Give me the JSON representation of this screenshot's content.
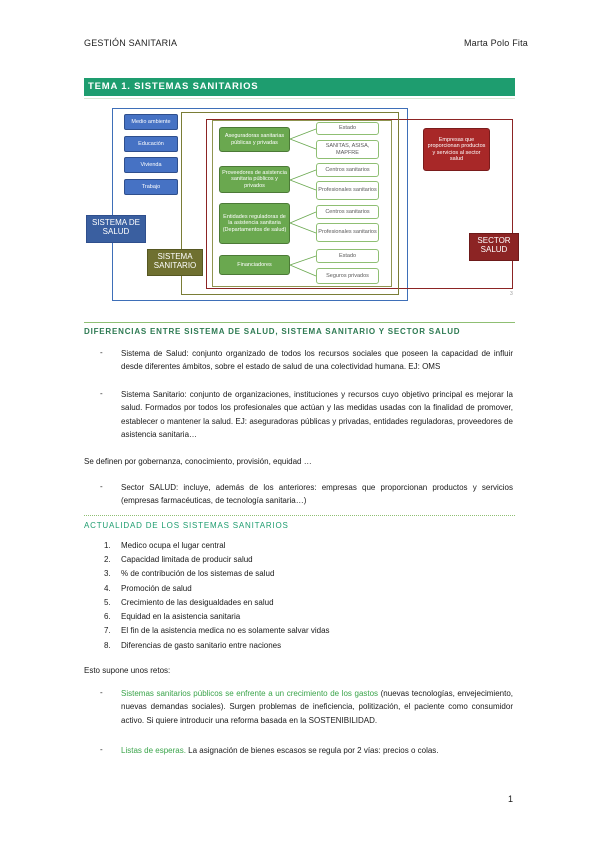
{
  "header": {
    "left": "GESTIÓN SANITARIA",
    "right": "Marta Polo Fita"
  },
  "title": "TEMA 1. SISTEMAS SANITARIOS",
  "diagram": {
    "blue_items": [
      "Medio ambiente",
      "Educación",
      "Vivienda",
      "Trabajo"
    ],
    "green_items": [
      "Aseguradoras sanitarias públicas y privadas",
      "Proveedores de asistencia sanitaria públicos y privados",
      "Entidades reguladoras de la asistencia sanitaria (Departamentos de salud)",
      "Financiadores"
    ],
    "white_items": [
      "Estado",
      "SANITAS, ASISA, MAPFRE",
      "Centros sanitarios",
      "Profesionales sanitarios",
      "Centros sanitarios",
      "Profesionales sanitarios",
      "Estado",
      "Seguros privados"
    ],
    "red_item": "Empresas que proporcionan productos y servicios al sector salud",
    "label_salud": "SISTEMA DE SALUD",
    "label_sanitario": "SISTEMA SANITARIO",
    "label_sector": "SECTOR SALUD",
    "slide_number": "3"
  },
  "section1": {
    "heading": "DIFERENCIAS ENTRE SISTEMA DE SALUD, SISTEMA SANITARIO Y SECTOR SALUD",
    "b1": "Sistema de Salud: conjunto organizado de todos los recursos sociales que poseen la capacidad de influir desde diferentes ámbitos, sobre el estado de salud de una colectividad humana. EJ: OMS",
    "b2": "Sistema Sanitario: conjunto de organizaciones, instituciones y recursos cuyo objetivo principal es mejorar la salud. Formados por todos los profesionales que actúan y las medidas usadas con la finalidad de promover, establecer o mantener la salud. EJ: aseguradoras públicas y privadas, entidades reguladoras, proveedores de asistencia sanitaria…",
    "para": "Se definen por gobernanza, conocimiento, provisión, equidad …",
    "b3": "Sector SALUD: incluye, además de los anteriores: empresas que proporcionan productos y servicios (empresas farmacéuticas, de tecnología sanitaria…)"
  },
  "section2": {
    "heading": "ACTUALIDAD DE LOS SISTEMAS SANITARIOS",
    "items": [
      "Medico ocupa el lugar central",
      "Capacidad limitada de producir salud",
      "% de contribución de los sistemas de salud",
      "Promoción de salud",
      "Crecimiento de las desigualdades en salud",
      "Equidad en la asistencia sanitaria",
      "El fin de la asistencia medica no es solamente salvar vidas",
      "Diferencias de gasto sanitario entre naciones"
    ],
    "numbers": [
      "1.",
      "2.",
      "3.",
      "4.",
      "5.",
      "6.",
      "7.",
      "8."
    ],
    "para": "Esto supone unos retos:",
    "r1_green": "Sistemas sanitarios públicos se enfrente a un crecimiento de los gastos",
    "r1_rest": " (nuevas tecnologías, envejecimiento, nuevas demandas sociales). Surgen problemas de ineficiencia, politización, el paciente como consumidor activo. Si quiere introducir una reforma basada en la SOSTENIBILIDAD.",
    "r2_green": "Listas de esperas.",
    "r2_rest": " La asignación de bienes escasos se regula por 2 vías: precios o colas."
  },
  "bullet_glyph": "-",
  "page_number": "1"
}
